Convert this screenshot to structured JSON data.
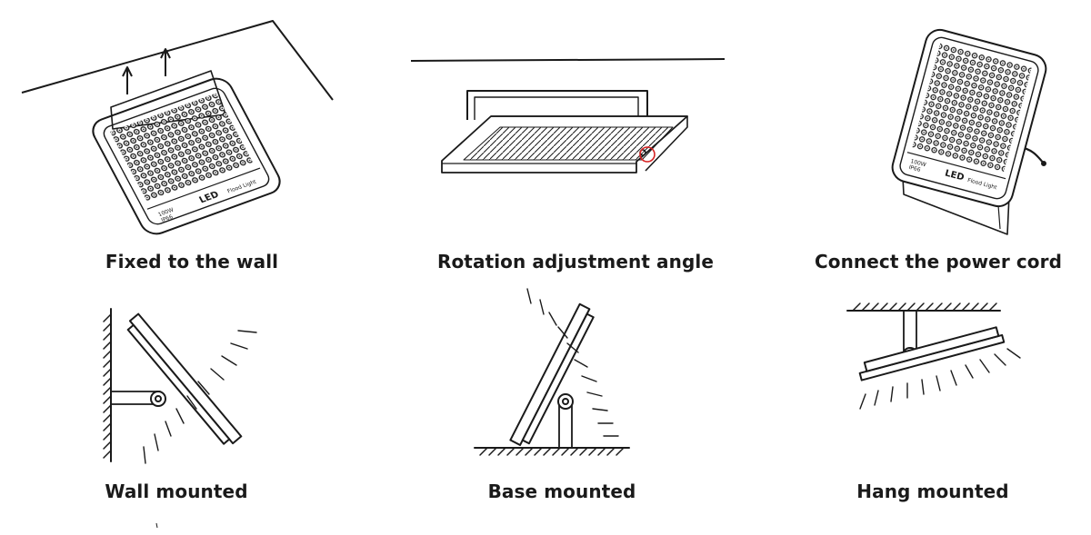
{
  "steps": [
    {
      "caption": "Fixed to the wall"
    },
    {
      "caption": "Rotation adjustment angle"
    },
    {
      "caption": "Connect the power cord"
    }
  ],
  "mounts": [
    {
      "caption": "Wall mounted"
    },
    {
      "caption": "Base mounted"
    },
    {
      "caption": "Hang mounted"
    }
  ],
  "labels": {
    "led": "LED",
    "model": "100W",
    "ip": "IP66",
    "product": "Flood Light"
  },
  "colors": {
    "ink": "#1a1a1a",
    "highlight": "#d62020"
  }
}
